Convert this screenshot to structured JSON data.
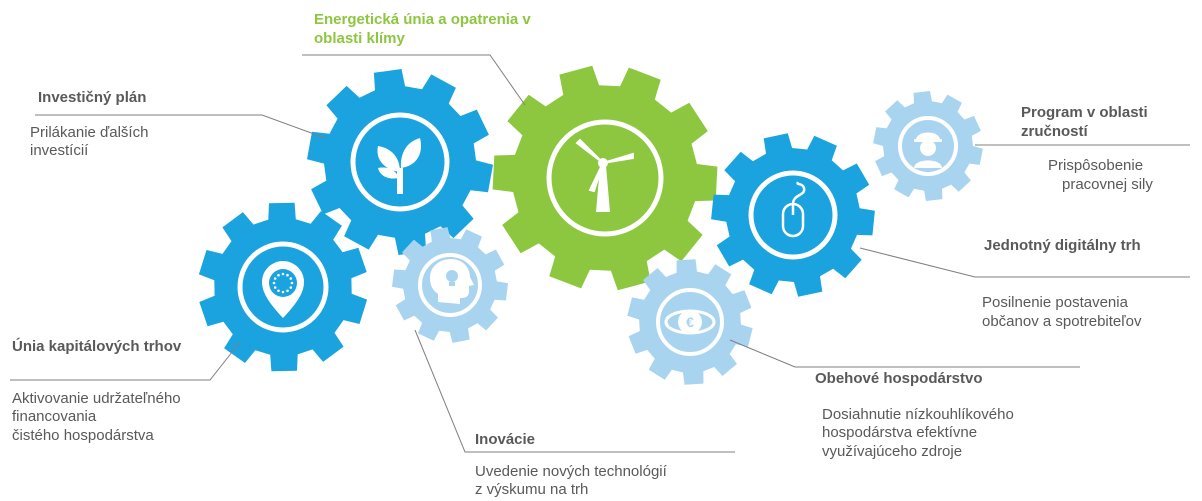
{
  "colors": {
    "green": "#8dc63f",
    "blue": "#1aa3de",
    "light_blue": "#a9d4f0",
    "text": "#595959",
    "line": "#7f7f7f"
  },
  "items": {
    "energy": {
      "title": "Energetická únia a opatrenia v oblasti klímy",
      "icon": "wind-turbine-icon"
    },
    "investment": {
      "title": "Investičný plán",
      "desc": [
        "Prilákanie ďalších",
        "investícií"
      ],
      "icon": "plant-icon"
    },
    "skills": {
      "title": "Program v oblasti zručností",
      "desc": [
        "Prispôsobenie",
        "pracovnej sily"
      ],
      "icon": "worker-icon"
    },
    "digital": {
      "title": "Jednotný digitálny trh",
      "desc": [
        "Posilnenie postavenia",
        "občanov a spotrebiteľov"
      ],
      "icon": "mouse-icon"
    },
    "capital": {
      "title": "Únia kapitálových trhov",
      "desc": [
        "Aktivovanie udržateľného",
        "financovania",
        "čistého hospodárstva"
      ],
      "icon": "eu-location-pin-icon"
    },
    "innovation": {
      "title": "Inovácie",
      "desc": [
        "Uvedenie nových technológií",
        "z výskumu na trh"
      ],
      "icon": "head-lightbulb-icon"
    },
    "circular": {
      "title": "Obehové hospodárstvo",
      "desc": [
        "Dosiahnutie nízkouhlíkového",
        "hospodárstva efektívne",
        "využívajúceho zdroje"
      ],
      "icon": "euro-cycle-icon"
    }
  }
}
